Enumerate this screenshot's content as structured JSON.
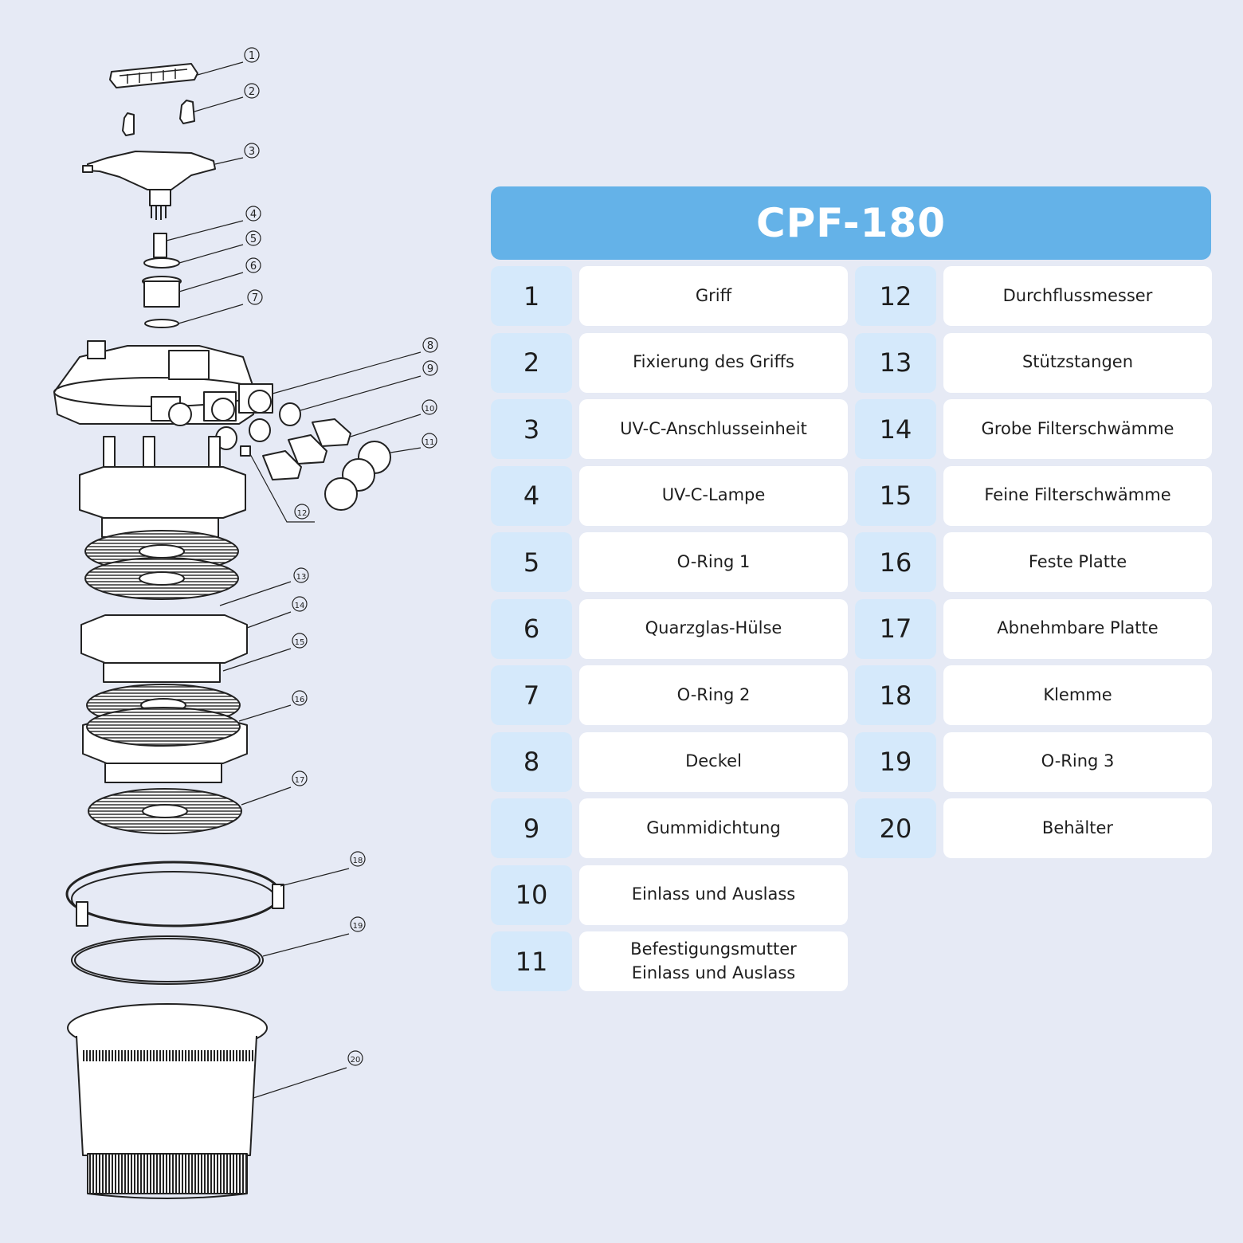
{
  "title": "CPF-180",
  "diagram": {
    "callouts": [
      "1",
      "2",
      "3",
      "4",
      "5",
      "6",
      "7",
      "8",
      "9",
      "10",
      "11",
      "12",
      "13",
      "14",
      "15",
      "16",
      "17",
      "18",
      "19",
      "20"
    ]
  },
  "parts_left": [
    {
      "num": "1",
      "name": "Griff"
    },
    {
      "num": "2",
      "name": "Fixierung des Griffs"
    },
    {
      "num": "3",
      "name": "UV-C-Anschlusseinheit"
    },
    {
      "num": "4",
      "name": "UV-C-Lampe"
    },
    {
      "num": "5",
      "name": "O-Ring 1"
    },
    {
      "num": "6",
      "name": "Quarzglas-Hülse"
    },
    {
      "num": "7",
      "name": "O-Ring 2"
    },
    {
      "num": "8",
      "name": "Deckel"
    },
    {
      "num": "9",
      "name": "Gummidichtung"
    },
    {
      "num": "10",
      "name": "Einlass und Auslass"
    },
    {
      "num": "11",
      "name": "Befestigungsmutter\nEinlass und Auslass"
    }
  ],
  "parts_right": [
    {
      "num": "12",
      "name": "Durchflussmesser"
    },
    {
      "num": "13",
      "name": "Stützstangen"
    },
    {
      "num": "14",
      "name": "Grobe Filterschwämme"
    },
    {
      "num": "15",
      "name": "Feine Filterschwämme"
    },
    {
      "num": "16",
      "name": "Feste Platte"
    },
    {
      "num": "17",
      "name": "Abnehmbare Platte"
    },
    {
      "num": "18",
      "name": "Klemme"
    },
    {
      "num": "19",
      "name": "O-Ring 3"
    },
    {
      "num": "20",
      "name": "Behälter"
    }
  ],
  "colors": {
    "background": "#e6eaf5",
    "title_bar": "#64b2e8",
    "number_cell": "#d5e9fb",
    "name_cell": "#ffffff"
  }
}
